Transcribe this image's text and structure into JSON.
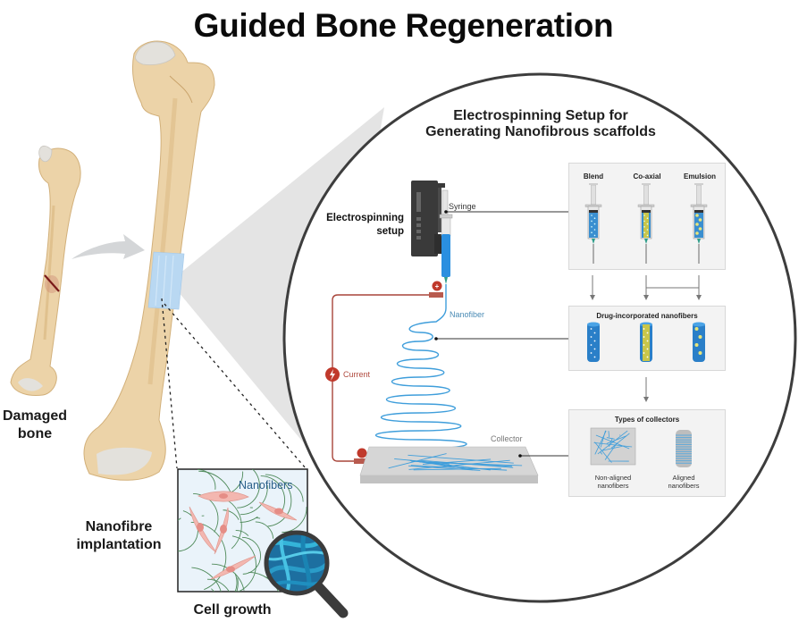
{
  "title": "Guided Bone Regeneration",
  "left_panel": {
    "damaged_bone_label": "Damaged bone",
    "damaged_bone_lines": [
      "Damaged",
      "bone"
    ],
    "implant_label_lines": [
      "Nanofibre",
      "implantation"
    ],
    "cell_growth_label": "Cell growth",
    "nanofibers_box_label": "Nanofibers"
  },
  "zoom_circle": {
    "title_lines": [
      "Electrospinning Setup for",
      "Generating Nanofibrous scaffolds"
    ],
    "setup_label_lines": [
      "Electrospinning",
      "setup"
    ],
    "syringe_label": "Syringe",
    "nanofiber_label": "Nanofiber",
    "current_label": "Current",
    "collector_label": "Collector",
    "methods_panel": {
      "methods": [
        {
          "label": "Blend",
          "fill": "#3a8fd0",
          "dots": "small"
        },
        {
          "label": "Co-axial",
          "fill": "#c9c64a",
          "dots": "core"
        },
        {
          "label": "Emulsion",
          "fill": "#3a8fd0",
          "dots": "large"
        }
      ]
    },
    "drug_panel": {
      "title": "Drug-incorporated nanofibers"
    },
    "collectors_panel": {
      "title": "Types of collectors",
      "types": [
        {
          "label_lines": [
            "Non-aligned",
            "nanofibers"
          ]
        },
        {
          "label_lines": [
            "Aligned",
            "nanofibers"
          ]
        }
      ]
    }
  },
  "colors": {
    "bone": "#ecd3a8",
    "bone_shade": "#dcb983",
    "cartilage": "#e3e1dc",
    "implant_band": "#b9d8f2",
    "fiber_blue": "#3f9edb",
    "wire_red": "#a8453a",
    "circle_stroke": "#3d3d3d",
    "zoom_cone": "#e4e4e4"
  }
}
